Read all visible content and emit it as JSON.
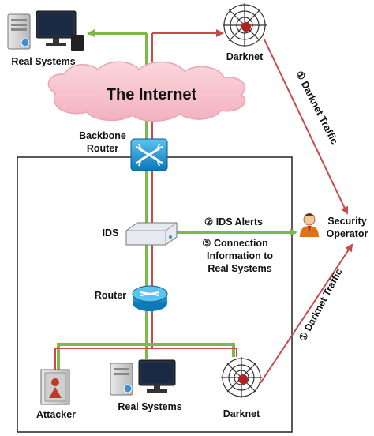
{
  "labels": {
    "real_systems_top": "Real Systems",
    "darknet_top": "Darknet",
    "internet": "The Internet",
    "backbone_router_line1": "Backbone",
    "backbone_router_line2": "Router",
    "ids": "IDS",
    "router": "Router",
    "security_operator_line1": "Security",
    "security_operator_line2": "Operator",
    "attacker": "Attacker",
    "real_systems_bottom": "Real Systems",
    "darknet_bottom": "Darknet"
  },
  "flows": {
    "darknet_traffic_top": "① Darknet Traffic",
    "darknet_traffic_bottom": "① Darknet Traffic",
    "ids_alerts": "② IDS Alerts",
    "connection_info_line1": "③ Connection",
    "connection_info_line2": "Information to",
    "connection_info_line3": "Real Systems"
  },
  "colors": {
    "green_link": "#7db84a",
    "red_link": "#c94a4a",
    "cloud": "#f7c4cd",
    "router_blue": "#1a9ad6",
    "network_box": "#222222"
  },
  "icons": {
    "server": "server-icon",
    "monitor": "monitor-icon",
    "darknet": "spider-web-icon",
    "router": "router-icon",
    "ids": "ids-appliance-icon",
    "operator": "operator-icon",
    "attacker": "attacker-server-icon"
  }
}
